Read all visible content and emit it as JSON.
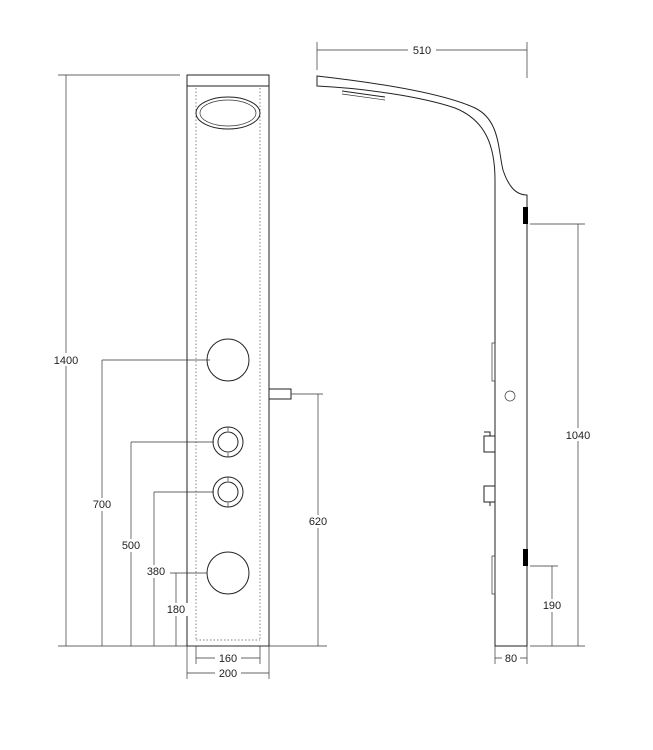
{
  "dimensions": {
    "total_height": "1400",
    "top_nozzle_height": "700",
    "upper_knob_height": "500",
    "lower_knob_height": "380",
    "bottom_nozzle_height": "180",
    "inner_width": "160",
    "outer_width": "200",
    "outlet_height": "620",
    "arm_reach": "510",
    "bracket_span": "1040",
    "bottom_bracket_height": "190",
    "depth": "80"
  },
  "colors": {
    "line": "#222222",
    "bracket": "#000000"
  }
}
